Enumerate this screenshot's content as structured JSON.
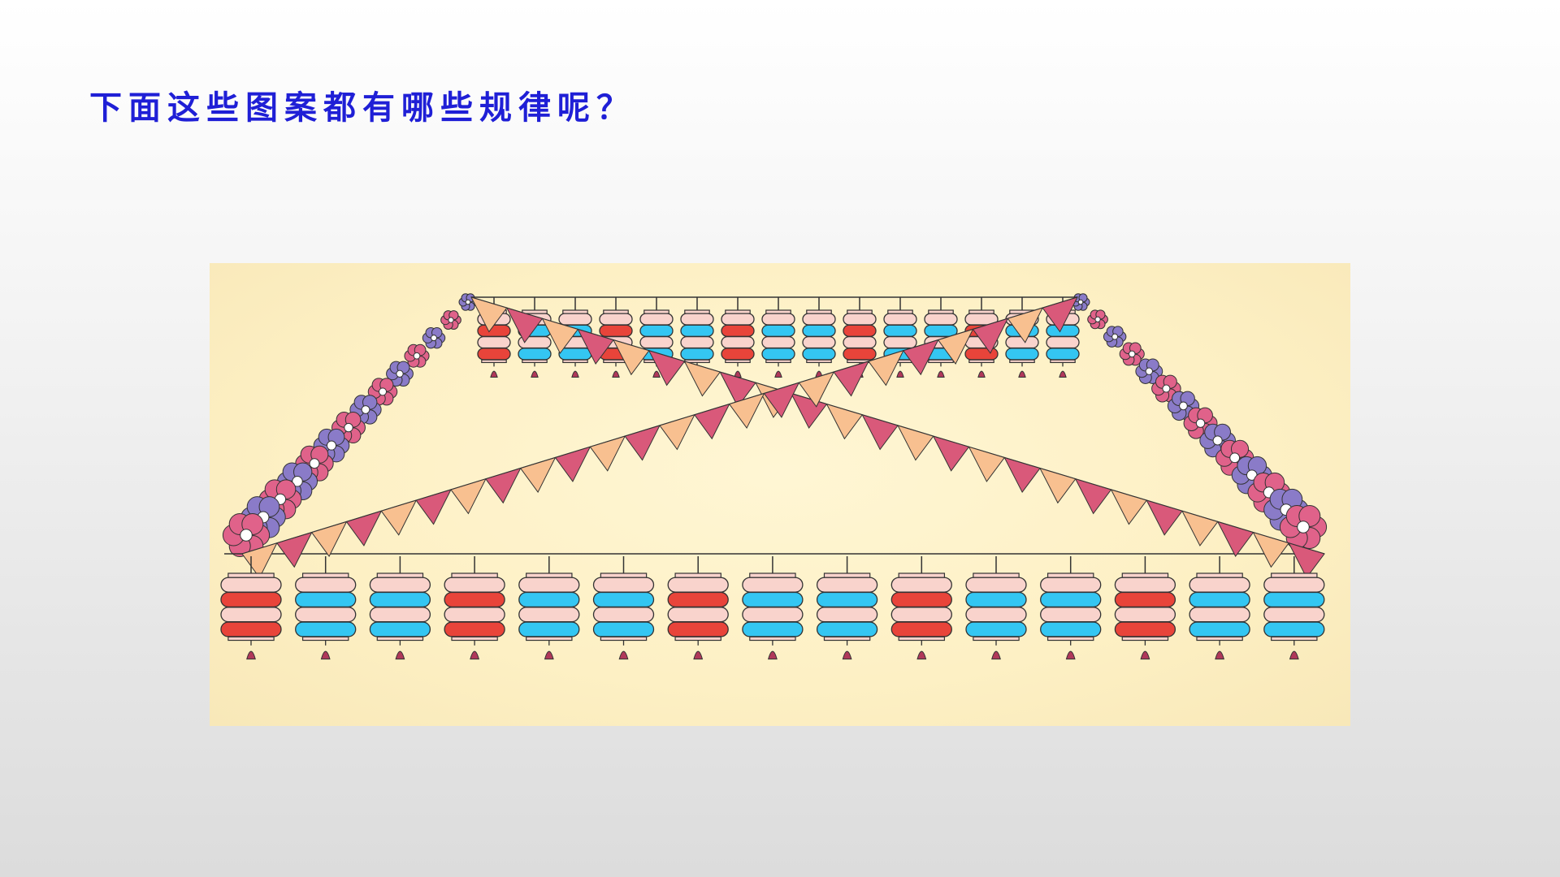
{
  "slide": {
    "title": "下面这些图案都有哪些规律呢？"
  },
  "illustration": {
    "top_lanterns": {
      "count": 15,
      "pattern": [
        "red",
        "blue",
        "blue",
        "red",
        "blue",
        "blue",
        "red",
        "blue",
        "blue",
        "red",
        "blue",
        "blue",
        "red",
        "blue",
        "blue"
      ]
    },
    "bottom_lanterns": {
      "count": 15,
      "pattern": [
        "red",
        "blue",
        "blue",
        "red",
        "blue",
        "blue",
        "red",
        "blue",
        "blue",
        "red",
        "blue",
        "blue",
        "red",
        "blue",
        "blue"
      ]
    },
    "flags_pattern": [
      "pink",
      "peach"
    ],
    "flowers_pattern": [
      "pink",
      "purple"
    ],
    "colors": {
      "red_band": "#e8443a",
      "blue_band": "#34c6f2",
      "light_band": "#f9d3cc",
      "tassel": "#b0385a",
      "flag_pink": "#d9597a",
      "flag_peach": "#f8c090",
      "flower_pink": "#e0628a",
      "flower_purple": "#8a7bc8",
      "background": "#fdf1c6"
    }
  }
}
